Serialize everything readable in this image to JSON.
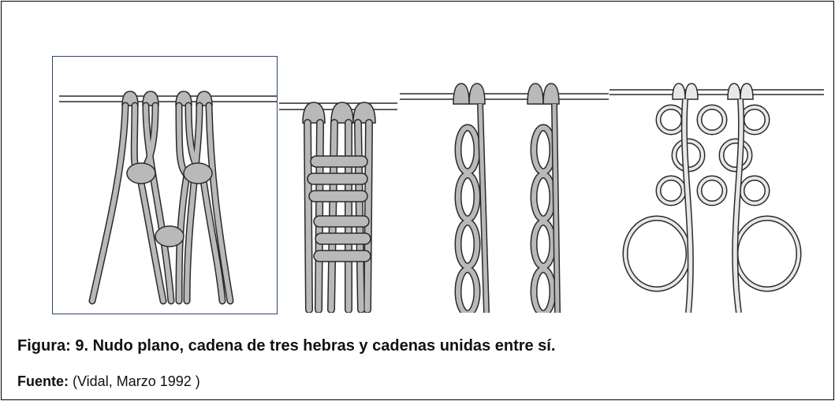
{
  "figure": {
    "caption": "Figura: 9. Nudo plano, cadena de tres hebras y cadenas unidas entre sí.",
    "source_label": "Fuente:",
    "source_text": " (Vidal, Marzo 1992 )"
  },
  "illustrations": [
    {
      "name": "nudo-plano-drawing"
    },
    {
      "name": "cadena-tres-hebras-drawing"
    },
    {
      "name": "cadenas-drawing"
    },
    {
      "name": "cadenas-unidas-drawing"
    }
  ],
  "colors": {
    "cord_fill": "#b9b9b9",
    "cord_stroke": "#2a2a2a",
    "frame_border": "#2e4470"
  }
}
